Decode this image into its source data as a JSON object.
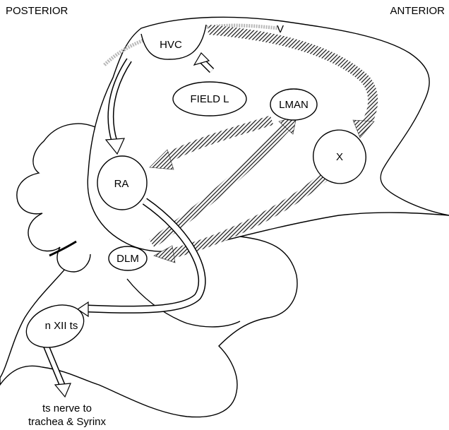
{
  "orientation": {
    "left": "POSTERIOR",
    "right": "ANTERIOR"
  },
  "nuclei": {
    "hvc": "HVC",
    "field_l": "FIELD L",
    "lman": "LMAN",
    "x": "X",
    "ra": "RA",
    "dlm": "DLM",
    "nxiits": "n XII ts"
  },
  "markers": {
    "ventricle": "V"
  },
  "output": {
    "line1": "ts nerve to",
    "line2": "trachea & Syrinx"
  },
  "colors": {
    "outline": "#000000",
    "background": "#ffffff",
    "hatched_pathway": "#333333",
    "open_pathway": "#ffffff",
    "ventricle_band": "#b8b8b8"
  }
}
